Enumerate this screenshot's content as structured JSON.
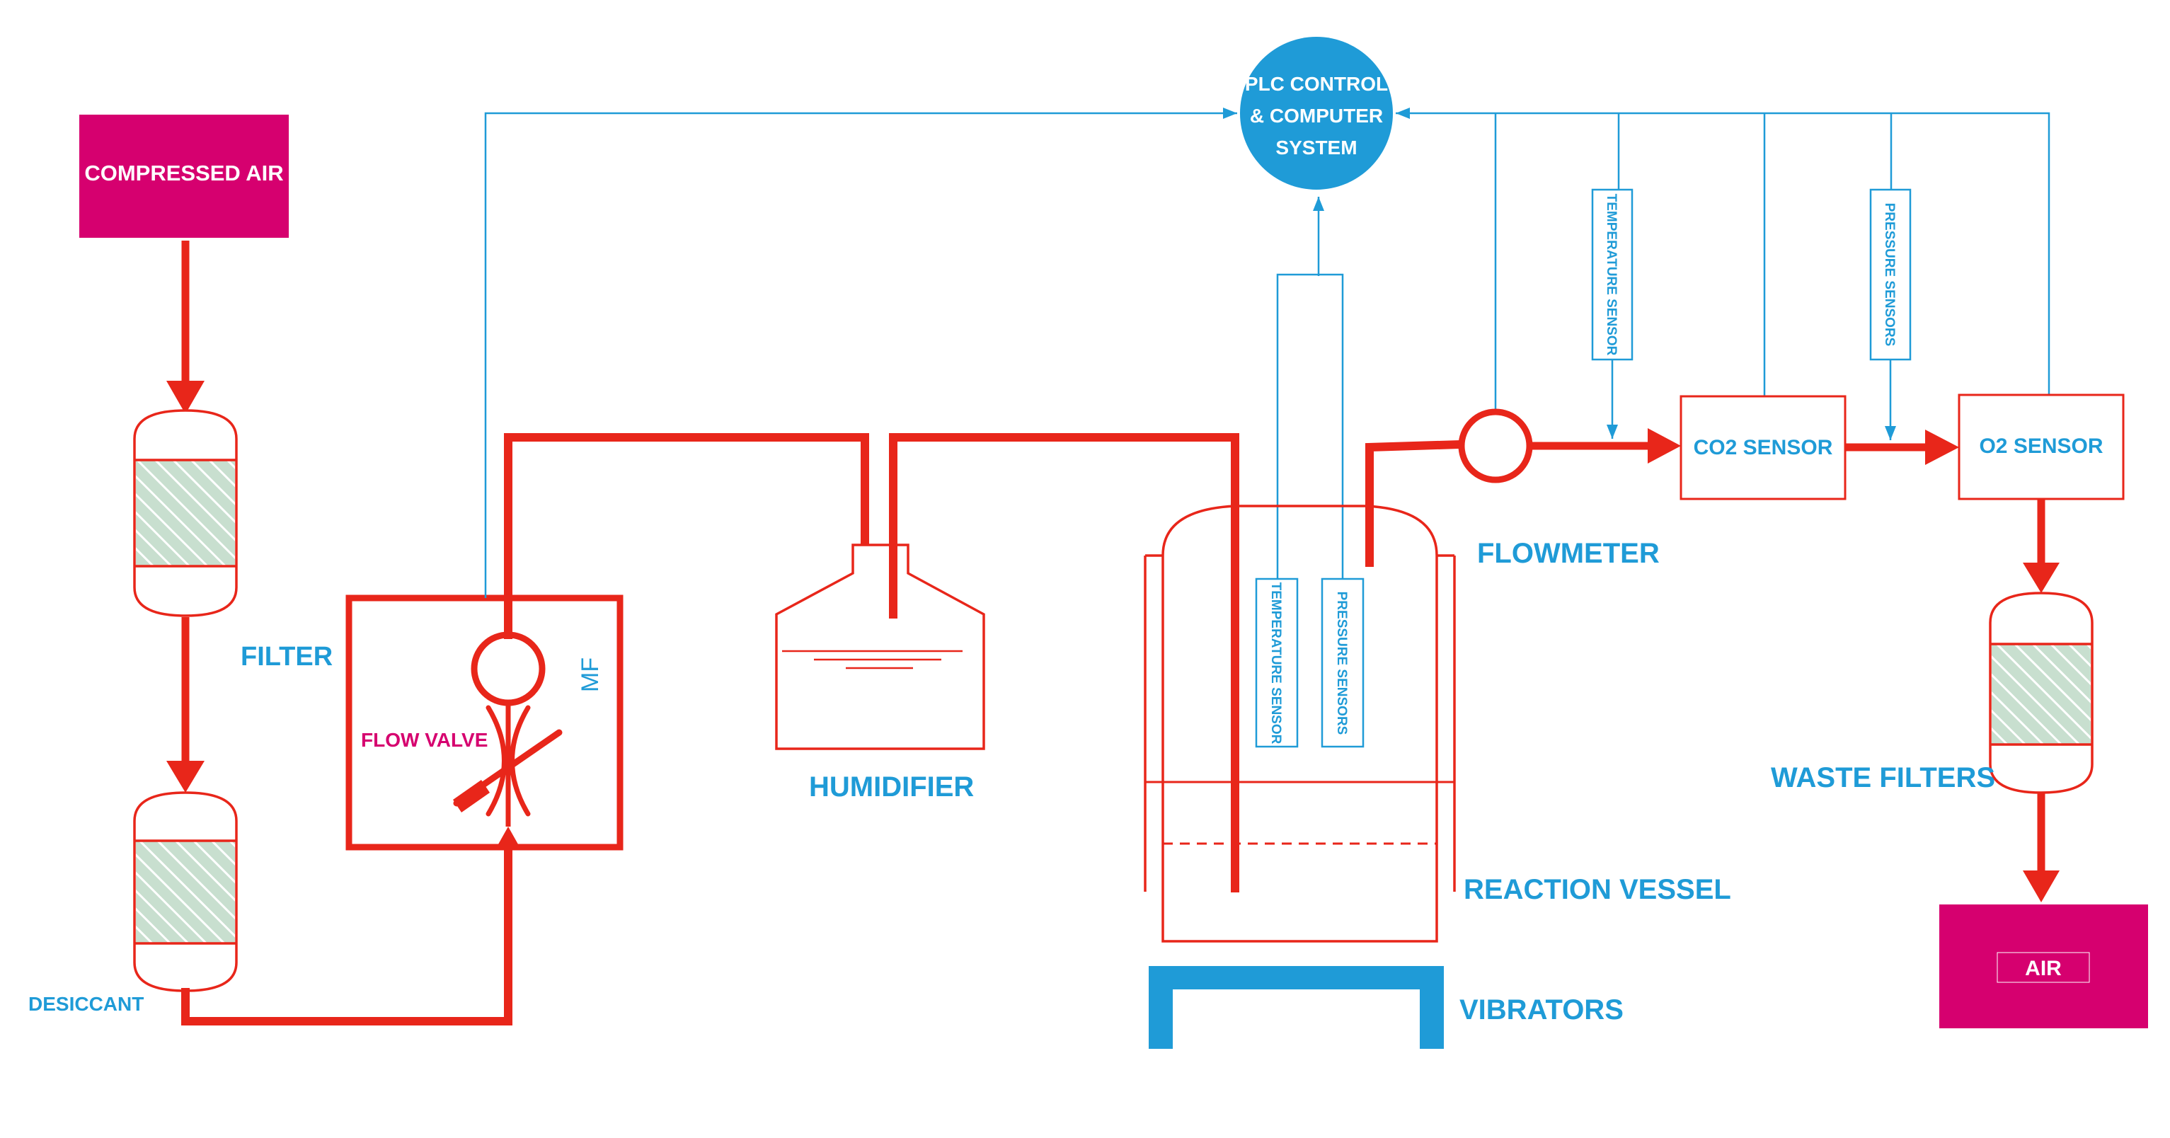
{
  "colors": {
    "accent_blue": "#1f9bd7",
    "pipe_red": "#e8261a",
    "magenta": "#d6006f",
    "filter_fill": "#c8dfcf"
  },
  "labels": {
    "compressed_air": "COMPRESSED AIR",
    "filter": "FILTER",
    "desiccant": "DESICCANT",
    "flow_valve": "FLOW VALVE",
    "mf": "MF",
    "humidifier": "HUMIDIFIER",
    "plc_line1": "PLC CONTROL",
    "plc_line2": "& COMPUTER",
    "plc_line3": "SYSTEM",
    "vessel_temperature_sensor": "TEMPERATURE SENSOR",
    "vessel_pressure_sensors": "PRESSURE SENSORS",
    "reaction_vessel": "REACTION VESSEL",
    "vibrators": "VIBRATORS",
    "flowmeter": "FLOWMETER",
    "line_temperature_sensor": "TEMPERATURE SENSOR",
    "line_pressure_sensors": "PRESSURE SENSORS",
    "co2_sensor": "CO2 SENSOR",
    "o2_sensor": "O2 SENSOR",
    "waste_filters": "WASTE FILTERS",
    "air": "AIR"
  }
}
